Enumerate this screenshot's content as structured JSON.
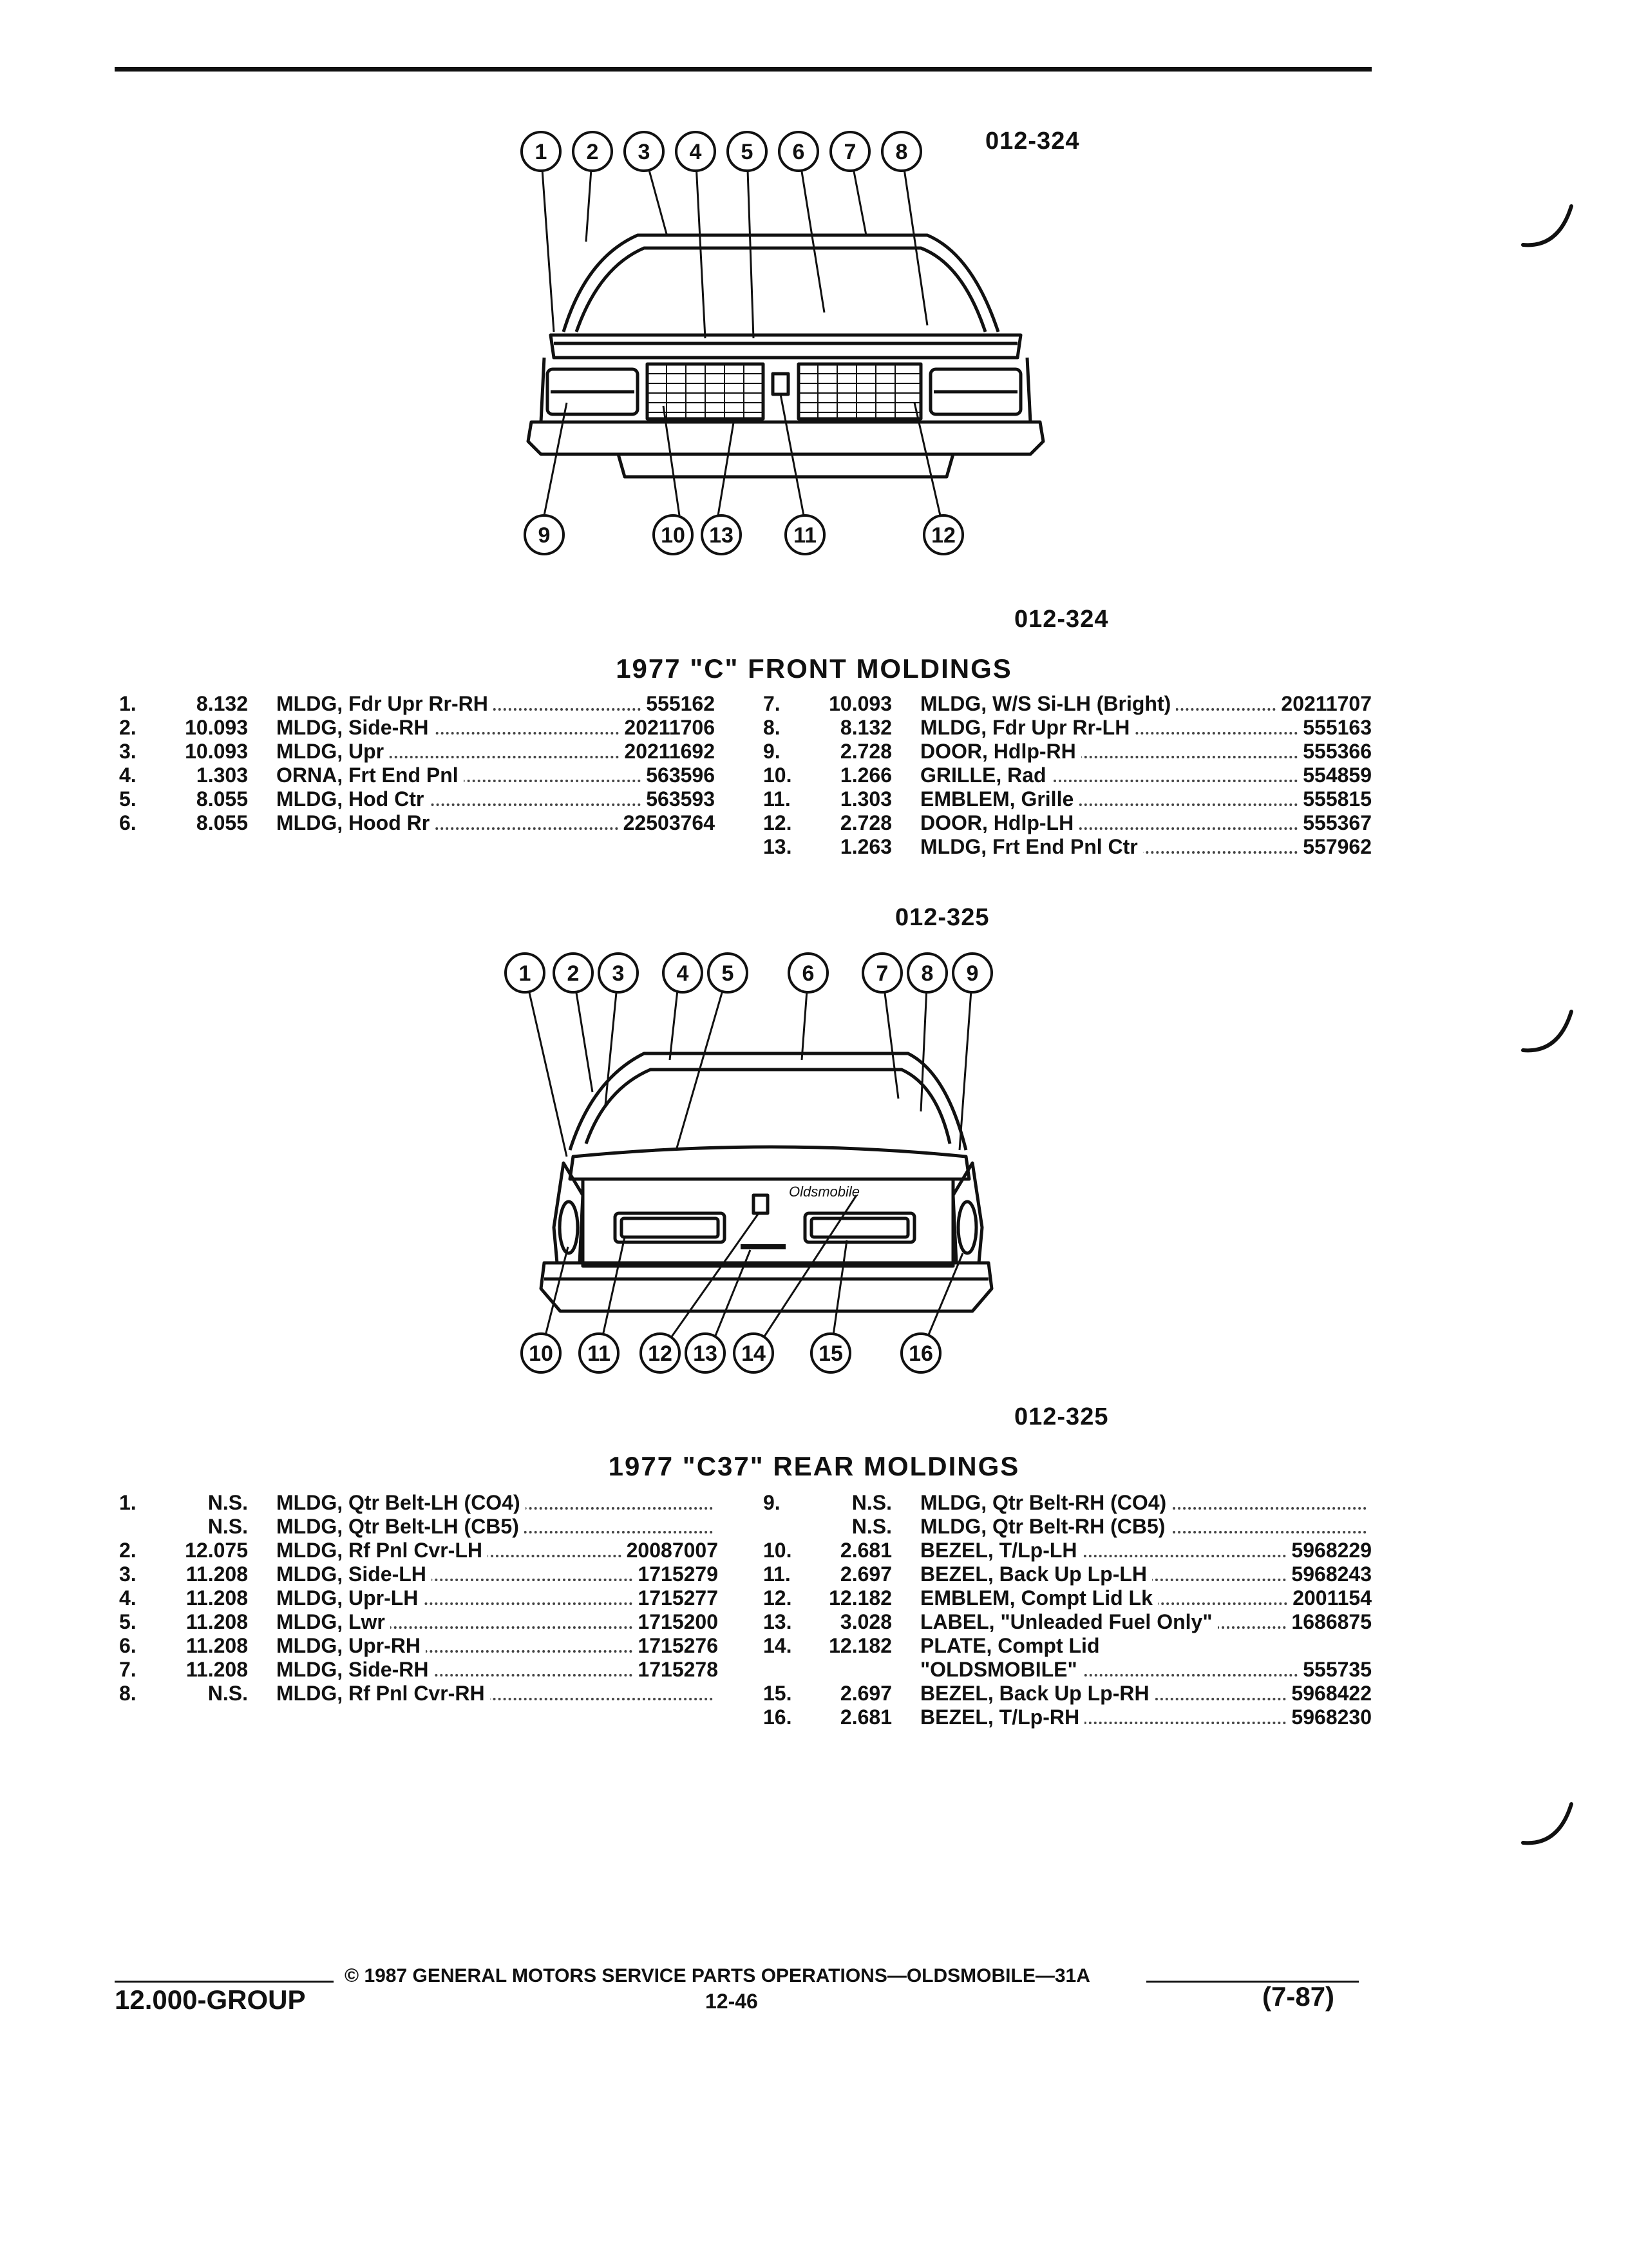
{
  "figure1": {
    "top_label": "012-324",
    "bottom_label": "012-324",
    "callouts_top": [
      "1",
      "2",
      "3",
      "4",
      "5",
      "6",
      "7",
      "8"
    ],
    "callouts_bottom": [
      "9",
      "10",
      "13",
      "11",
      "12"
    ]
  },
  "section1": {
    "title": "1977 \"C\" FRONT MOLDINGS",
    "left": [
      {
        "n": "1.",
        "code": "8.132",
        "desc": "MLDG, Fdr Upr Rr-RH",
        "part": "555162"
      },
      {
        "n": "2.",
        "code": "10.093",
        "desc": "MLDG, Side-RH",
        "part": "20211706"
      },
      {
        "n": "3.",
        "code": "10.093",
        "desc": "MLDG, Upr",
        "part": "20211692"
      },
      {
        "n": "4.",
        "code": "1.303",
        "desc": "ORNA, Frt End Pnl",
        "part": "563596"
      },
      {
        "n": "5.",
        "code": "8.055",
        "desc": "MLDG, Hod Ctr",
        "part": "563593"
      },
      {
        "n": "6.",
        "code": "8.055",
        "desc": "MLDG, Hood Rr",
        "part": "22503764"
      }
    ],
    "right": [
      {
        "n": "7.",
        "code": "10.093",
        "desc": "MLDG, W/S Si-LH (Bright)",
        "part": "20211707"
      },
      {
        "n": "8.",
        "code": "8.132",
        "desc": "MLDG, Fdr Upr Rr-LH",
        "part": "555163"
      },
      {
        "n": "9.",
        "code": "2.728",
        "desc": "DOOR, Hdlp-RH",
        "part": "555366"
      },
      {
        "n": "10.",
        "code": "1.266",
        "desc": "GRILLE, Rad",
        "part": "554859"
      },
      {
        "n": "11.",
        "code": "1.303",
        "desc": "EMBLEM, Grille",
        "part": "555815"
      },
      {
        "n": "12.",
        "code": "2.728",
        "desc": "DOOR, Hdlp-LH",
        "part": "555367"
      },
      {
        "n": "13.",
        "code": "1.263",
        "desc": "MLDG, Frt End Pnl Ctr",
        "part": "557962"
      }
    ]
  },
  "figure2": {
    "top_label": "012-325",
    "bottom_label": "012-325",
    "callouts_top": [
      "1",
      "2",
      "3",
      "4",
      "5",
      "6",
      "7",
      "8",
      "9"
    ],
    "callouts_bottom": [
      "10",
      "11",
      "12",
      "13",
      "14",
      "15",
      "16"
    ],
    "script_emblem": "Oldsmobile"
  },
  "section2": {
    "title": "1977 \"C37\" REAR MOLDINGS",
    "left": [
      {
        "n": "1.",
        "code": "N.S.",
        "desc": "MLDG, Qtr Belt-LH (CO4)",
        "part": ""
      },
      {
        "n": "",
        "code": "N.S.",
        "desc": "MLDG, Qtr Belt-LH (CB5)",
        "part": ""
      },
      {
        "n": "2.",
        "code": "12.075",
        "desc": "MLDG, Rf Pnl Cvr-LH",
        "part": "20087007"
      },
      {
        "n": "3.",
        "code": "11.208",
        "desc": "MLDG, Side-LH",
        "part": "1715279"
      },
      {
        "n": "4.",
        "code": "11.208",
        "desc": "MLDG, Upr-LH",
        "part": "1715277"
      },
      {
        "n": "5.",
        "code": "11.208",
        "desc": "MLDG, Lwr",
        "part": "1715200"
      },
      {
        "n": "6.",
        "code": "11.208",
        "desc": "MLDG, Upr-RH",
        "part": "1715276"
      },
      {
        "n": "7.",
        "code": "11.208",
        "desc": "MLDG, Side-RH",
        "part": "1715278"
      },
      {
        "n": "8.",
        "code": "N.S.",
        "desc": "MLDG, Rf Pnl Cvr-RH",
        "part": ""
      }
    ],
    "right": [
      {
        "n": "9.",
        "code": "N.S.",
        "desc": "MLDG, Qtr Belt-RH (CO4)",
        "part": ""
      },
      {
        "n": "",
        "code": "N.S.",
        "desc": "MLDG, Qtr Belt-RH (CB5)",
        "part": ""
      },
      {
        "n": "10.",
        "code": "2.681",
        "desc": "BEZEL, T/Lp-LH",
        "part": "5968229"
      },
      {
        "n": "11.",
        "code": "2.697",
        "desc": "BEZEL, Back Up Lp-LH",
        "part": "5968243"
      },
      {
        "n": "12.",
        "code": "12.182",
        "desc": "EMBLEM, Compt Lid Lk",
        "part": "2001154"
      },
      {
        "n": "13.",
        "code": "3.028",
        "desc": "LABEL, \"Unleaded Fuel Only\"",
        "part": "1686875"
      },
      {
        "n": "14.",
        "code": "12.182",
        "desc": "PLATE, Compt Lid",
        "part": "",
        "nodots": true
      },
      {
        "n": "",
        "code": "",
        "desc": "\"OLDSMOBILE\"",
        "part": "555735"
      },
      {
        "n": "15.",
        "code": "2.697",
        "desc": "BEZEL, Back Up Lp-RH",
        "part": "5968422"
      },
      {
        "n": "16.",
        "code": "2.681",
        "desc": "BEZEL, T/Lp-RH",
        "part": "5968230"
      }
    ]
  },
  "footer": {
    "copyright": "© 1987 GENERAL MOTORS SERVICE PARTS OPERATIONS—OLDSMOBILE—31A",
    "group": "12.000-GROUP",
    "page": "12-46",
    "date": "(7-87)"
  }
}
